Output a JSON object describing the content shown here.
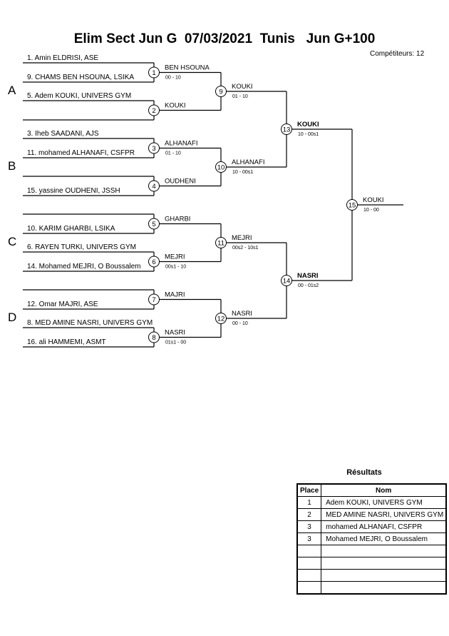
{
  "title": "Elim Sect Jun G  07/03/2021  Tunis   Jun G+100",
  "competitors_label": "Compétiteurs: 12",
  "sections": [
    "A",
    "B",
    "C",
    "D"
  ],
  "entries": [
    "1. Amin ELDRISI, ASE",
    "9. CHAMS BEN HSOUNA, LSIKA",
    "5. Adem KOUKI, UNIVERS GYM",
    "",
    "3. Iheb SAADANI, AJS",
    "11. mohamed ALHANAFI, CSFPR",
    "",
    "15. yassine OUDHENI, JSSH",
    "",
    "10. KARIM GHARBI, LSIKA",
    "6. RAYEN TURKI, UNIVERS GYM",
    "14. Mohamed MEJRI, O Boussalem",
    "",
    "12. Omar MAJRI, ASE",
    "8. MED AMINE NASRI, UNIVERS GYM",
    "16. ali HAMMEMI, ASMT"
  ],
  "matches": [
    {
      "num": "1",
      "winner": "BEN HSOUNA",
      "score": "00 - 10"
    },
    {
      "num": "2",
      "winner": "KOUKI",
      "score": ""
    },
    {
      "num": "3",
      "winner": "ALHANAFI",
      "score": "01 - 10"
    },
    {
      "num": "4",
      "winner": "OUDHENI",
      "score": ""
    },
    {
      "num": "5",
      "winner": "GHARBI",
      "score": ""
    },
    {
      "num": "6",
      "winner": "MEJRI",
      "score": "00s1 - 10"
    },
    {
      "num": "7",
      "winner": "MAJRI",
      "score": ""
    },
    {
      "num": "8",
      "winner": "NASRI",
      "score": "01s1 - 00"
    },
    {
      "num": "9",
      "winner": "KOUKI",
      "score": "01 - 10"
    },
    {
      "num": "10",
      "winner": "ALHANAFI",
      "score": "10 - 00s1"
    },
    {
      "num": "11",
      "winner": "MEJRI",
      "score": "00s2 - 10s1"
    },
    {
      "num": "12",
      "winner": "NASRI",
      "score": "00 - 10"
    },
    {
      "num": "13",
      "winner": "KOUKI",
      "score": "10 - 00s1"
    },
    {
      "num": "14",
      "winner": "NASRI",
      "score": "00 - 01s2"
    },
    {
      "num": "15",
      "winner": "KOUKI",
      "score": "10 - 00"
    }
  ],
  "results": {
    "title": "Résultats",
    "headers": [
      "Place",
      "Nom"
    ],
    "rows": [
      {
        "place": "1",
        "nom": "Adem KOUKI, UNIVERS GYM"
      },
      {
        "place": "2",
        "nom": "MED AMINE NASRI, UNIVERS GYM"
      },
      {
        "place": "3",
        "nom": "mohamed ALHANAFI, CSFPR"
      },
      {
        "place": "3",
        "nom": "Mohamed MEJRI, O Boussalem"
      },
      {
        "place": "",
        "nom": ""
      },
      {
        "place": "",
        "nom": ""
      },
      {
        "place": "",
        "nom": ""
      },
      {
        "place": "",
        "nom": ""
      }
    ]
  }
}
